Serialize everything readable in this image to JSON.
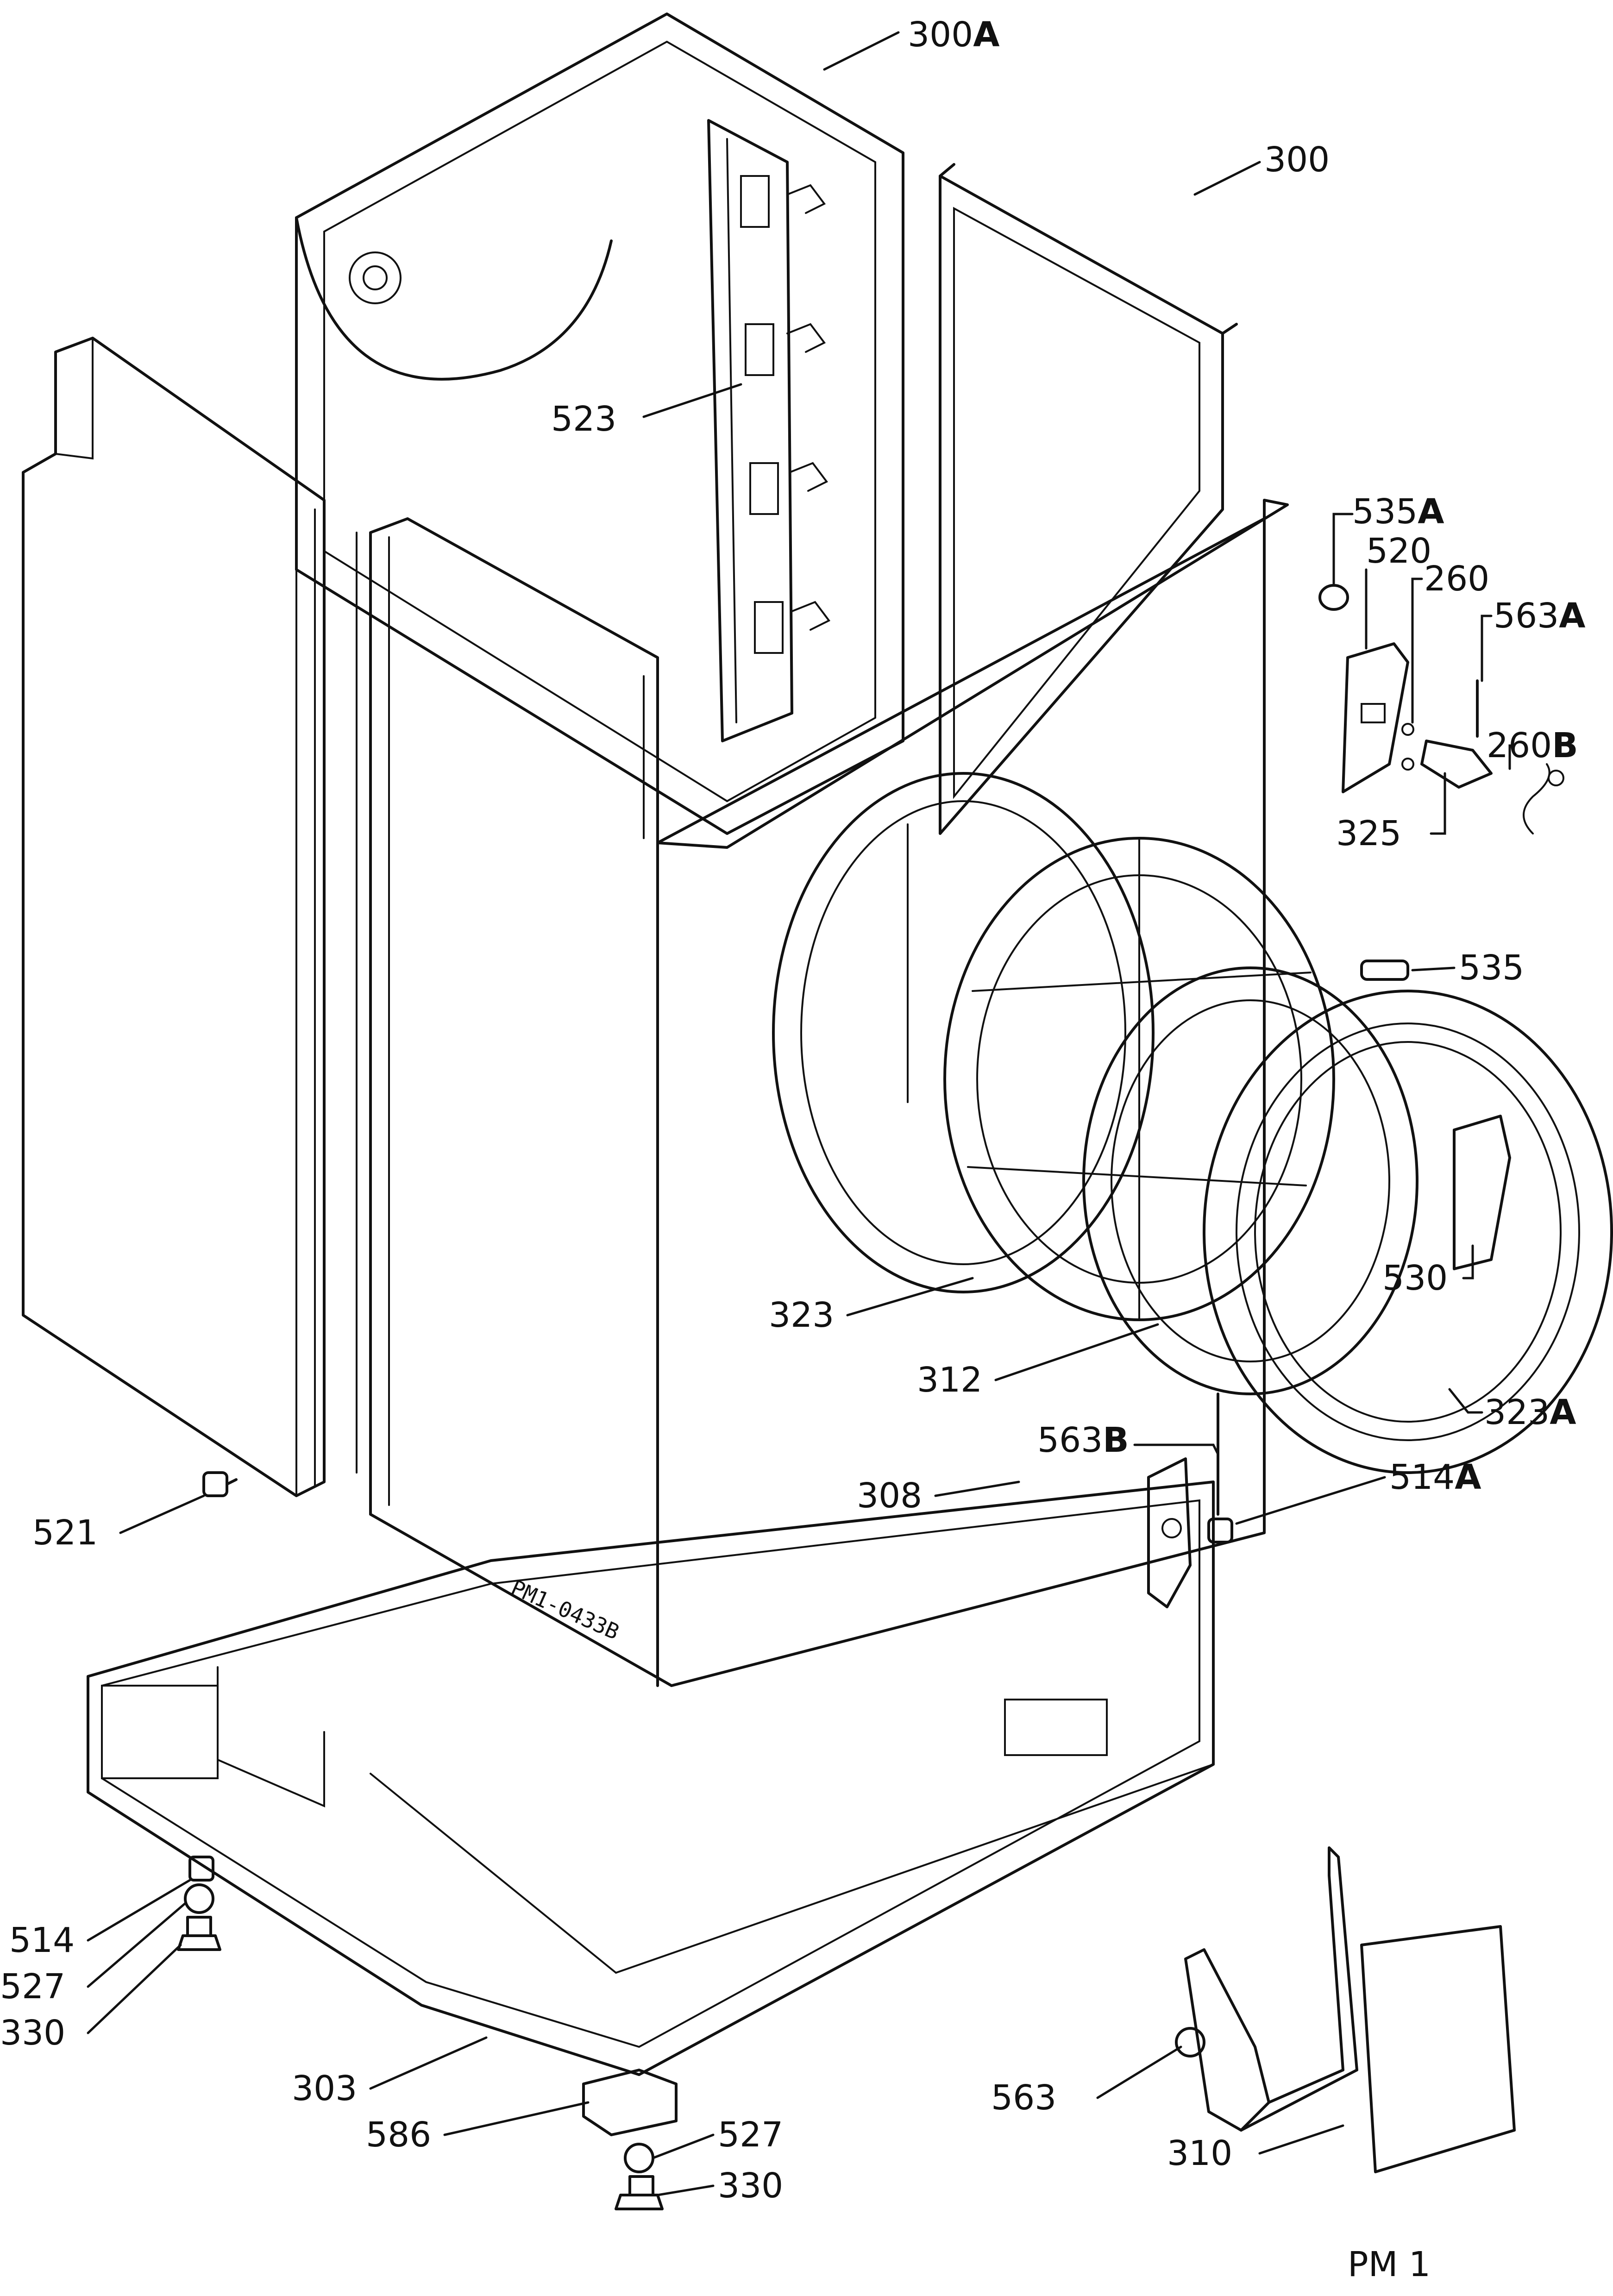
{
  "diagram": {
    "callouts": [
      {
        "num": "300",
        "suffix": "A"
      },
      {
        "num": "300",
        "suffix": ""
      },
      {
        "num": "523",
        "suffix": ""
      },
      {
        "num": "535",
        "suffix": "A"
      },
      {
        "num": "520",
        "suffix": ""
      },
      {
        "num": "260",
        "suffix": ""
      },
      {
        "num": "563",
        "suffix": "A"
      },
      {
        "num": "260",
        "suffix": "B"
      },
      {
        "num": "325",
        "suffix": ""
      },
      {
        "num": "535",
        "suffix": ""
      },
      {
        "num": "530",
        "suffix": ""
      },
      {
        "num": "323",
        "suffix": ""
      },
      {
        "num": "312",
        "suffix": ""
      },
      {
        "num": "323",
        "suffix": "A"
      },
      {
        "num": "563",
        "suffix": "B"
      },
      {
        "num": "308",
        "suffix": ""
      },
      {
        "num": "514",
        "suffix": "A"
      },
      {
        "num": "521",
        "suffix": ""
      },
      {
        "num": "514",
        "suffix": ""
      },
      {
        "num": "527",
        "suffix": ""
      },
      {
        "num": "330",
        "suffix": ""
      },
      {
        "num": "303",
        "suffix": ""
      },
      {
        "num": "586",
        "suffix": ""
      },
      {
        "num": "527",
        "suffix": ""
      },
      {
        "num": "330",
        "suffix": ""
      },
      {
        "num": "563",
        "suffix": ""
      },
      {
        "num": "310",
        "suffix": ""
      }
    ],
    "drawing_stamp": "PM1-0433B",
    "sheet_code": "PM 1"
  }
}
